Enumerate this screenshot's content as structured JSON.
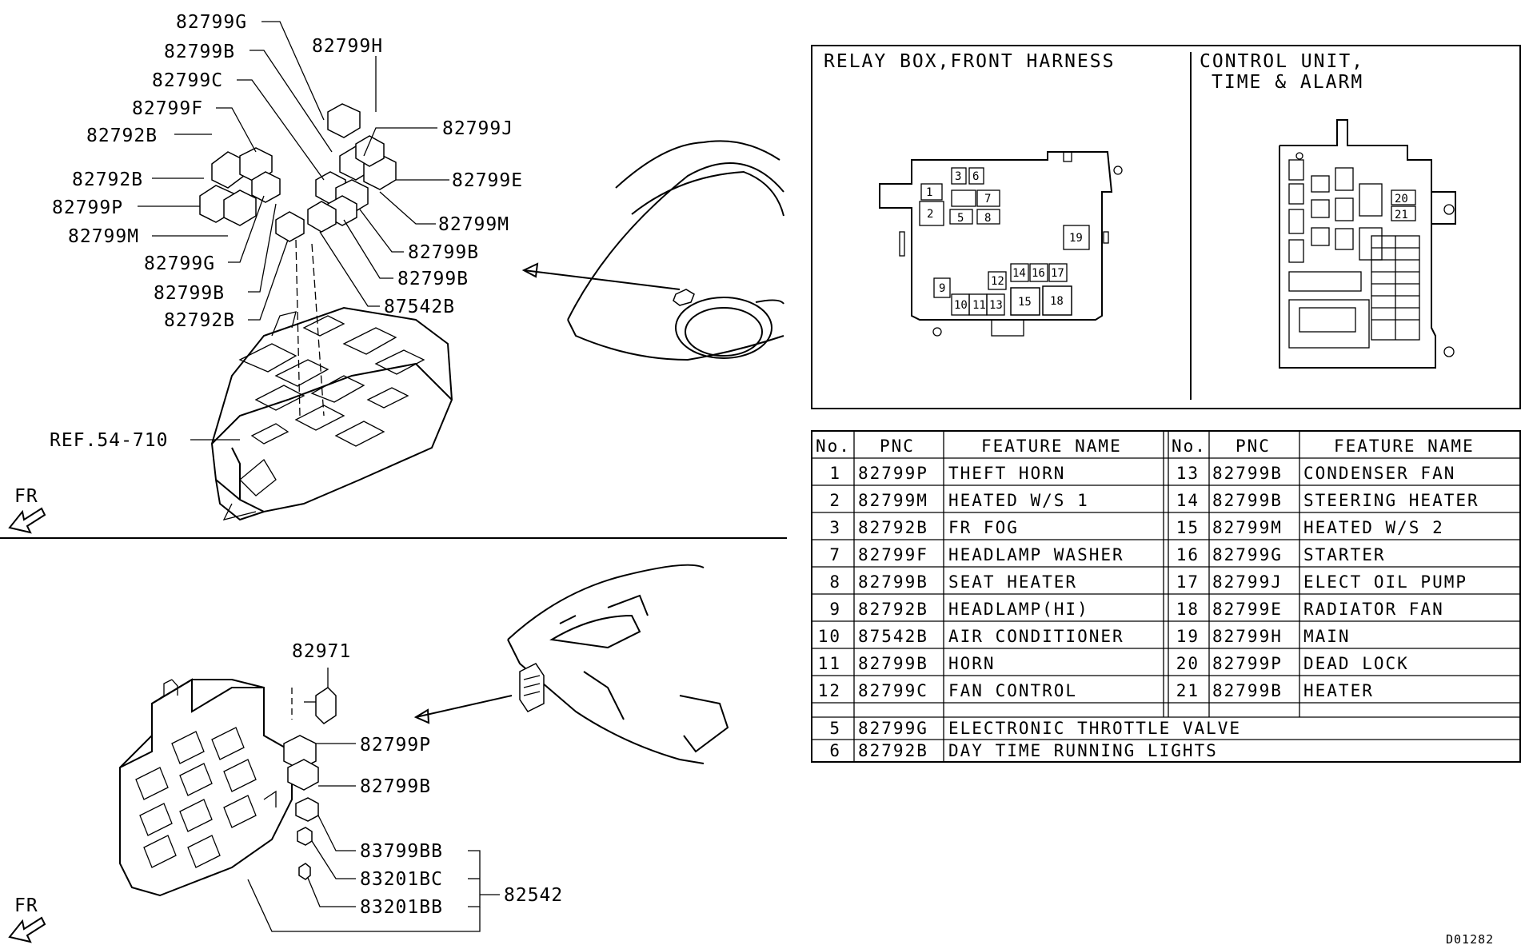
{
  "diagram_id": "D01282",
  "fr_label": "FR",
  "top_assembly": {
    "callouts_left": [
      "82799G",
      "82799B",
      "82799C",
      "82799F",
      "82792B",
      "82792B",
      "82799P",
      "82799M",
      "82799G",
      "82799B",
      "82792B"
    ],
    "callouts_right": [
      "82799H",
      "82799J",
      "82799E",
      "82799M",
      "82799B",
      "82799B",
      "87542B"
    ],
    "ref": "REF.54-710"
  },
  "bottom_assembly": {
    "callouts": [
      "82971",
      "82799P",
      "82799B",
      "83799BB",
      "83201BC",
      "83201BB"
    ],
    "group": "82542"
  },
  "location_box": {
    "left_title": "RELAY BOX,FRONT HARNESS",
    "right_title_line1": "CONTROL UNIT,",
    "right_title_line2": "TIME & ALARM",
    "relay_numbers": [
      "1",
      "2",
      "3",
      "6",
      "5",
      "7",
      "8",
      "19",
      "9",
      "10",
      "11",
      "13",
      "12",
      "14",
      "16",
      "17",
      "15",
      "18"
    ],
    "control_unit_numbers": [
      "20",
      "21"
    ]
  },
  "table": {
    "headers": [
      "No.",
      "PNC",
      "FEATURE NAME",
      "No.",
      "PNC",
      "FEATURE NAME"
    ],
    "rows": [
      [
        "1",
        "82799P",
        "THEFT HORN",
        "13",
        "82799B",
        "CONDENSER FAN"
      ],
      [
        "2",
        "82799M",
        "HEATED W/S 1",
        "14",
        "82799B",
        "STEERING HEATER"
      ],
      [
        "3",
        "82792B",
        "FR FOG",
        "15",
        "82799M",
        "HEATED W/S 2"
      ],
      [
        "7",
        "82799F",
        "HEADLAMP WASHER",
        "16",
        "82799G",
        "STARTER"
      ],
      [
        "8",
        "82799B",
        "SEAT HEATER",
        "17",
        "82799J",
        "ELECT OIL PUMP"
      ],
      [
        "9",
        "82792B",
        "HEADLAMP(HI)",
        "18",
        "82799E",
        "RADIATOR FAN"
      ],
      [
        "10",
        "87542B",
        "AIR CONDITIONER",
        "19",
        "82799H",
        "MAIN"
      ],
      [
        "11",
        "82799B",
        "HORN",
        "20",
        "82799P",
        "DEAD LOCK"
      ],
      [
        "12",
        "82799C",
        "FAN CONTROL",
        "21",
        "82799B",
        "HEATER"
      ]
    ],
    "wide_rows": [
      [
        "5",
        "82799G",
        "ELECTRONIC THROTTLE VALVE"
      ],
      [
        "6",
        "82792B",
        "DAY TIME RUNNING LIGHTS"
      ]
    ]
  }
}
